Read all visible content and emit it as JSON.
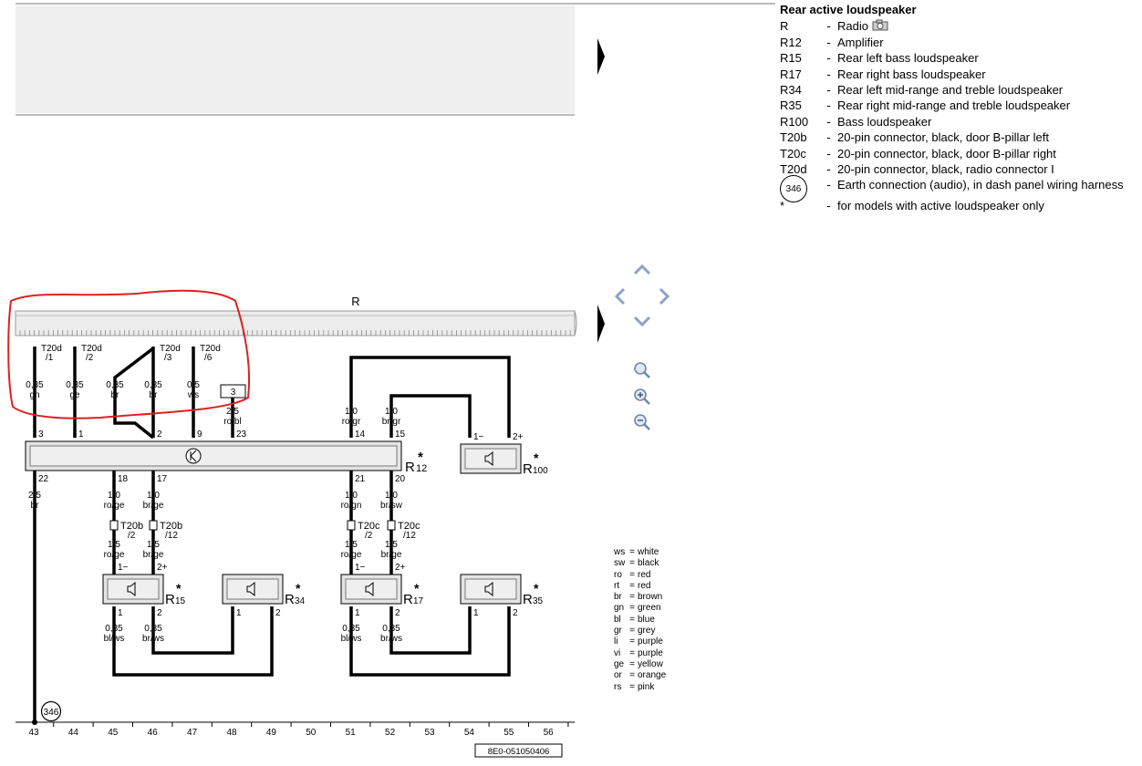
{
  "legend": {
    "title": "Rear active loudspeaker",
    "items": [
      {
        "code": "R",
        "desc": "Radio"
      },
      {
        "code": "R12",
        "desc": "Amplifier"
      },
      {
        "code": "R15",
        "desc": "Rear left bass loudspeaker"
      },
      {
        "code": "R17",
        "desc": "Rear right bass loudspeaker"
      },
      {
        "code": "R34",
        "desc": "Rear left mid-range and treble loudspeaker"
      },
      {
        "code": "R35",
        "desc": "Rear right mid-range and treble loudspeaker"
      },
      {
        "code": "R100",
        "desc": "Bass loudspeaker"
      },
      {
        "code": "T20b",
        "desc": "20-pin connector, black, door B-pillar left"
      },
      {
        "code": "T20c",
        "desc": "20-pin connector, black, door B-pillar right"
      },
      {
        "code": "T20d",
        "desc": "20-pin connector, black, radio connector I"
      },
      {
        "code": "346",
        "desc": "Earth connection (audio), in dash panel wiring harness"
      },
      {
        "code": "*",
        "desc": "for models with active loudspeaker only"
      }
    ],
    "dash": "-"
  },
  "colors": [
    {
      "code": "ws",
      "name": "white"
    },
    {
      "code": "sw",
      "name": "black"
    },
    {
      "code": "ro",
      "name": "red"
    },
    {
      "code": "rt",
      "name": "red"
    },
    {
      "code": "br",
      "name": "brown"
    },
    {
      "code": "gn",
      "name": "green"
    },
    {
      "code": "bl",
      "name": "blue"
    },
    {
      "code": "gr",
      "name": "grey"
    },
    {
      "code": "li",
      "name": "purple"
    },
    {
      "code": "vi",
      "name": "purple"
    },
    {
      "code": "ge",
      "name": "yellow"
    },
    {
      "code": "or",
      "name": "orange"
    },
    {
      "code": "rs",
      "name": "pink"
    }
  ],
  "diagram": {
    "radio_label": "R",
    "amp_label": "R",
    "amp_sub": "12",
    "asterisk": "*",
    "earth": "346",
    "doc_number": "8E0-051050406",
    "connector_box": "3",
    "radio_pins": [
      {
        "conn": "T20d",
        "pin": "/1",
        "gauge": "0,35",
        "color": "gn",
        "amp_pin": "3"
      },
      {
        "conn": "T20d",
        "pin": "/2",
        "gauge": "0,35",
        "color": "ge",
        "amp_pin": "1"
      },
      {
        "conn": "",
        "pin": "",
        "gauge": "0,35",
        "color": "br",
        "amp_pin": ""
      },
      {
        "conn": "T20d",
        "pin": "/3",
        "gauge": "0,35",
        "color": "br",
        "amp_pin": "2"
      },
      {
        "conn": "T20d",
        "pin": "/6",
        "gauge": "0,5",
        "color": "ws",
        "amp_pin": "9"
      }
    ],
    "amp_in_23": {
      "gauge": "2,5",
      "color": "ro/bl",
      "pin": "23"
    },
    "amp_in_14": {
      "gauge": "1,0",
      "color": "ro/gr",
      "pin": "14"
    },
    "amp_in_15": {
      "gauge": "1,0",
      "color": "br/gr",
      "pin": "15"
    },
    "amp_out": [
      {
        "pin": "22",
        "gauge": "2,5",
        "color": "br"
      },
      {
        "pin": "18",
        "gauge": "1,0",
        "color": "ro/ge"
      },
      {
        "pin": "17",
        "gauge": "1,0",
        "color": "br/ge"
      },
      {
        "pin": "21",
        "gauge": "1,0",
        "color": "ro/gn"
      },
      {
        "pin": "20",
        "gauge": "1,0",
        "color": "br/sw"
      }
    ],
    "door_conn": [
      {
        "conn": "T20b",
        "pin": "/2",
        "gauge": "1,5",
        "color": "ro/ge"
      },
      {
        "conn": "T20b",
        "pin": "/12",
        "gauge": "1,5",
        "color": "br/ge"
      },
      {
        "conn": "T20c",
        "pin": "/2",
        "gauge": "1,5",
        "color": "ro/ge"
      },
      {
        "conn": "T20c",
        "pin": "/12",
        "gauge": "1,5",
        "color": "br/ge"
      }
    ],
    "speakers": [
      {
        "label": "R",
        "sub": "100",
        "pin_a": "1−",
        "pin_b": "2+"
      },
      {
        "label": "R",
        "sub": "15",
        "pin_a": "1−",
        "pin_b": "2+"
      },
      {
        "label": "R",
        "sub": "34",
        "pin_a": "1",
        "pin_b": "2"
      },
      {
        "label": "R",
        "sub": "17",
        "pin_a": "1−",
        "pin_b": "2+"
      },
      {
        "label": "R",
        "sub": "35",
        "pin_a": "1",
        "pin_b": "2"
      }
    ],
    "speaker_out": [
      {
        "pin": "1",
        "gauge": "0,35",
        "color": "bl/ws"
      },
      {
        "pin": "2",
        "gauge": "0,35",
        "color": "br/ws"
      },
      {
        "pin": "1",
        "gauge": "0,35",
        "color": "bl/ws"
      },
      {
        "pin": "2",
        "gauge": "0,35",
        "color": "br/ws"
      }
    ],
    "track_numbers": [
      "43",
      "44",
      "45",
      "46",
      "47",
      "48",
      "49",
      "50",
      "51",
      "52",
      "53",
      "54",
      "55",
      "56"
    ]
  }
}
